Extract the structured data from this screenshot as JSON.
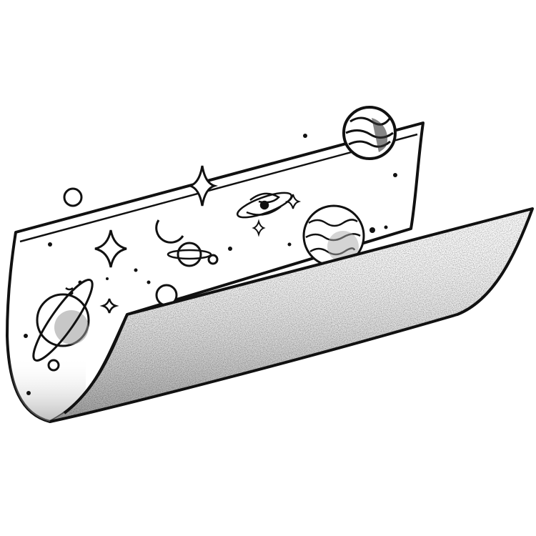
{
  "illustration": {
    "subject": "curved-paper-space-scene",
    "colors": {
      "background": "#ffffff",
      "ink": "#111111",
      "shade": "#9a9a9a"
    },
    "elements": [
      "striped-planet",
      "ringed-planet",
      "large-planet",
      "small-planets",
      "sparkle-stars",
      "crescent-moon",
      "spiral-galaxy",
      "dots"
    ],
    "icons": [
      "planet-icon",
      "star-icon",
      "moon-icon",
      "galaxy-icon"
    ]
  }
}
